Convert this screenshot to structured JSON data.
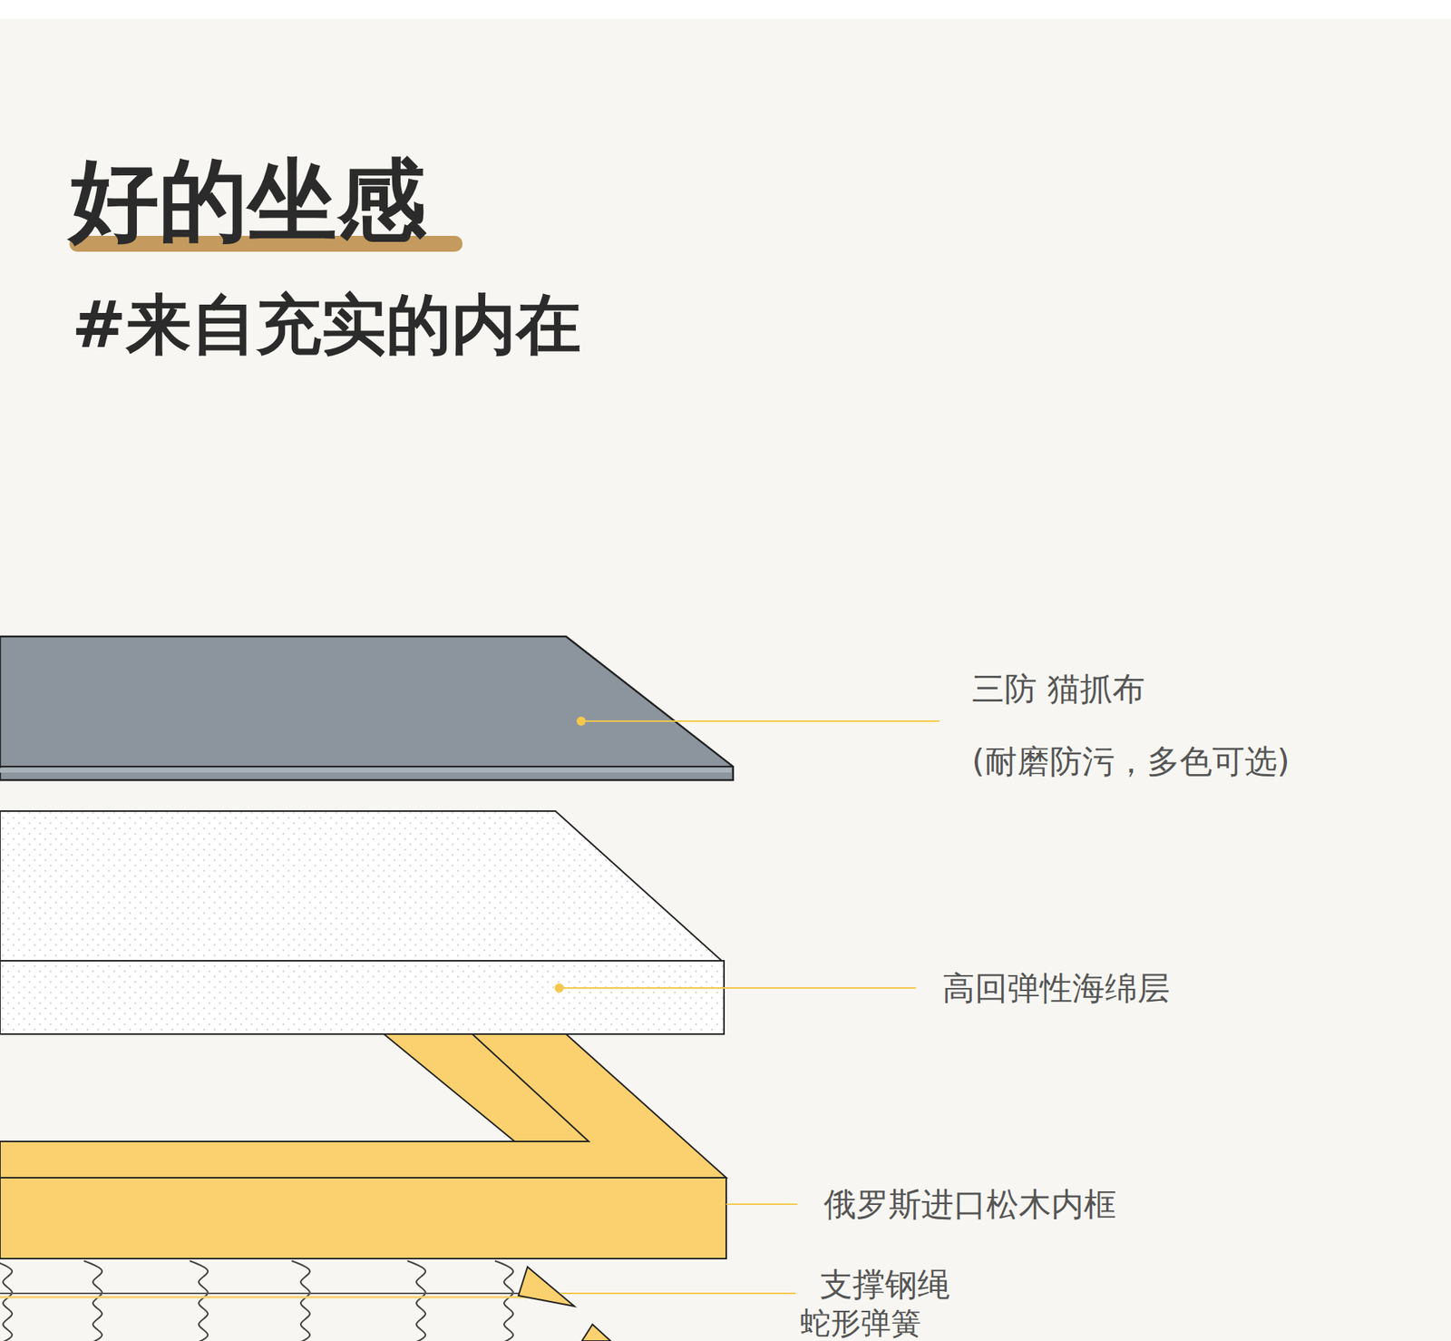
{
  "diagram": {
    "title": "好的坐感",
    "labels": [
      "#来自充实的内在",
      "三防 猫抓布",
      "(耐磨防污，多色可选)",
      "高回弹性海绵层",
      "俄罗斯进口松木内框",
      "支撑钢绳",
      "蛇形弹簧"
    ]
  }
}
